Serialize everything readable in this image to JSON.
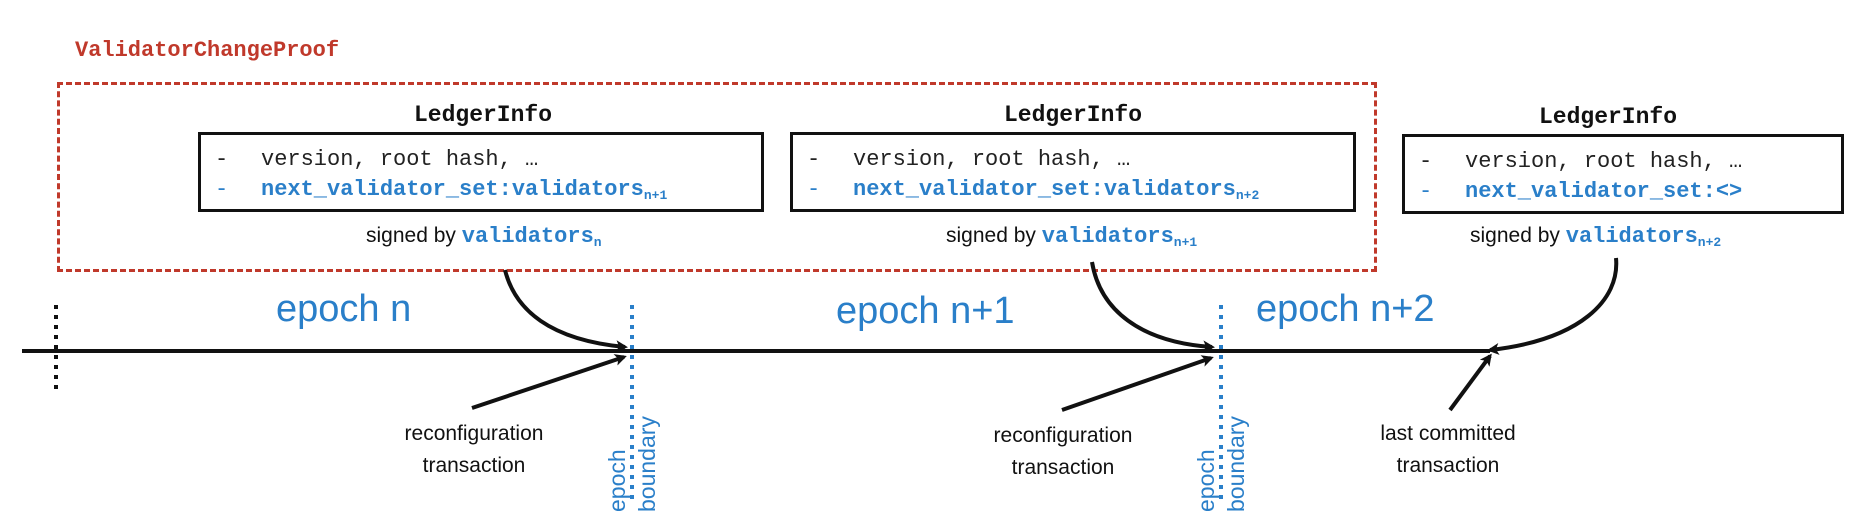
{
  "proof_label": "ValidatorChangeProof",
  "ledgers": [
    {
      "title": "LedgerInfo",
      "line1": "version, root hash, …",
      "line2_main": "next_validator_set:validators",
      "line2_sub": "n+1",
      "signed_prefix": "signed by",
      "signer": "validators",
      "signer_sub": "n",
      "dash1": "-",
      "dash2": "-"
    },
    {
      "title": "LedgerInfo",
      "line1": "version, root hash, …",
      "line2_main": "next_validator_set:validators",
      "line2_sub": "n+2",
      "signed_prefix": "signed by",
      "signer": "validators",
      "signer_sub": "n+1",
      "dash1": "-",
      "dash2": "-"
    },
    {
      "title": "LedgerInfo",
      "line1": "version, root hash, …",
      "line2_main": "next_validator_set:<>",
      "line2_sub": "",
      "signed_prefix": "signed by",
      "signer": "validators",
      "signer_sub": "n+2",
      "dash1": "-",
      "dash2": "-"
    }
  ],
  "epochs": [
    "epoch n",
    "epoch n+1",
    "epoch n+2"
  ],
  "captions": {
    "reconfig1": [
      "reconfiguration",
      "transaction"
    ],
    "reconfig2": [
      "reconfiguration",
      "transaction"
    ],
    "last": [
      "last committed",
      "transaction"
    ]
  },
  "boundary_label": [
    "epoch",
    "boundary"
  ],
  "colors": {
    "accent": "#2a7fc9",
    "proof": "#c0392b",
    "ink": "#111111"
  }
}
